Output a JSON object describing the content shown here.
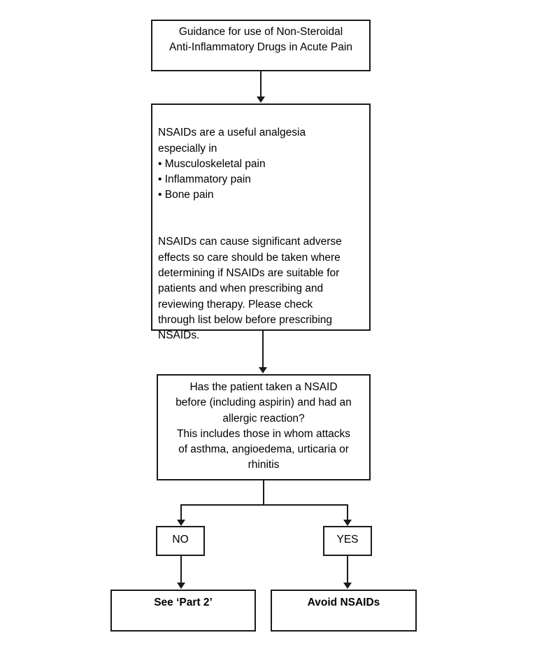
{
  "document": {
    "type": "clinical-flowchart",
    "background_color": "#ffffff",
    "line_color": "#1a1a1a",
    "text_color": "#000000"
  },
  "nodes": {
    "title_box": {
      "text": "Guidance for use of Non-Steroidal\nAnti-Inflammatory Drugs in Acute Pain"
    },
    "info_box": {
      "paragraph_1": "NSAIDs are a useful analgesia\nespecially in\n• Musculoskeletal pain\n• Inflammatory pain\n• Bone pain",
      "paragraph_2": "NSAIDs can cause significant adverse\neffects so care should be taken where\ndetermining if NSAIDs are suitable for\npatients and when prescribing and\nreviewing therapy. Please check\nthrough list below before prescribing\nNSAIDs."
    },
    "question_box": {
      "text": "Has the patient taken a NSAID\nbefore (including aspirin) and had an\nallergic reaction?\nThis includes those in whom attacks\nof asthma, angioedema, urticaria or\nrhinitis"
    },
    "branch_no": {
      "label": "NO"
    },
    "branch_yes": {
      "label": "YES"
    },
    "outcome_no": {
      "label": "See ‘Part 2’"
    },
    "outcome_yes": {
      "label": "Avoid NSAIDs"
    }
  },
  "connectors": [
    {
      "name": "title-to-info",
      "type": "arrow-down"
    },
    {
      "name": "info-to-question",
      "type": "arrow-down"
    },
    {
      "name": "question-split",
      "type": "fork-down"
    },
    {
      "name": "no-to-part2",
      "type": "arrow-down"
    },
    {
      "name": "yes-to-avoid",
      "type": "arrow-down"
    }
  ]
}
